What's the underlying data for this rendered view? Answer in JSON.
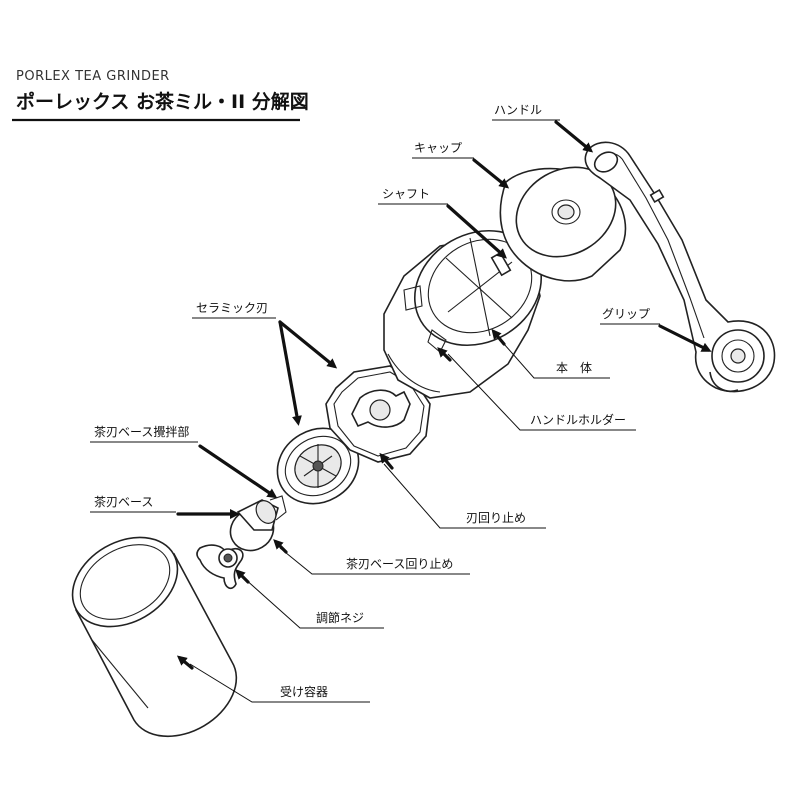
{
  "header": {
    "subtitle": "PORLEX TEA GRINDER",
    "title": "ポーレックス お茶ミル・II 分解図"
  },
  "labels": {
    "handle": "ハンドル",
    "cap": "キャップ",
    "shaft": "シャフト",
    "grip": "グリップ",
    "ceramic_blade": "セラミック刃",
    "body": "本　体",
    "handle_holder": "ハンドルホルダー",
    "blade_base_stirrer": "茶刃ベース攪拌部",
    "blade_stopper": "刃回り止め",
    "blade_base": "茶刃ベース",
    "blade_base_stopper": "茶刃ベース回り止め",
    "adjust_screw": "調節ネジ",
    "container": "受け容器"
  }
}
